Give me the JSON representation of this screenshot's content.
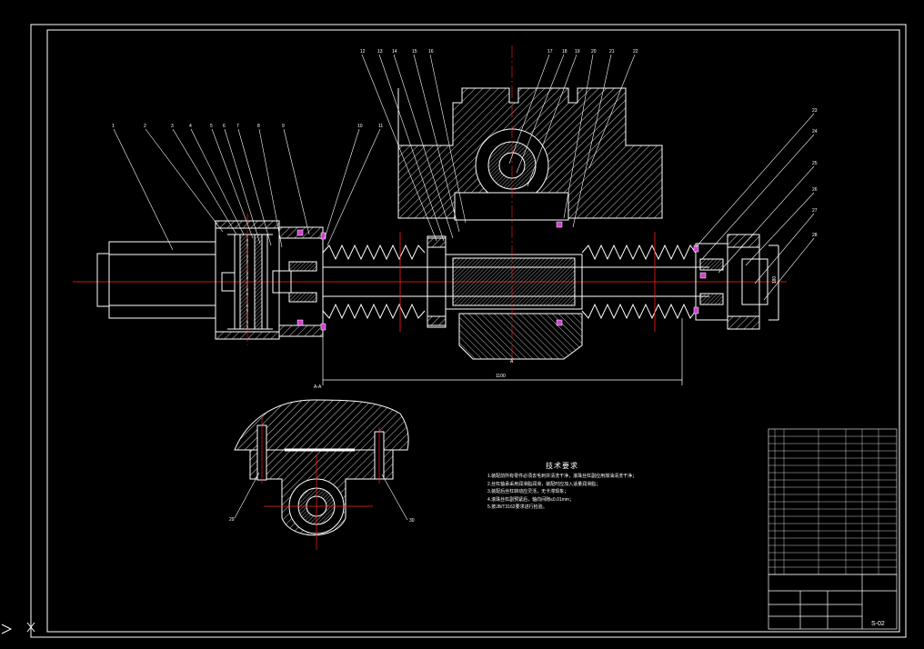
{
  "drawing": {
    "dimension_main": "1100",
    "dimension_right": "180",
    "section_label": "A-A",
    "section_mark_bottom": "A",
    "section_mark_top": "A",
    "drawing_number": "S-02"
  },
  "balloons": {
    "left_group": [
      "1",
      "2",
      "3",
      "4",
      "5",
      "6",
      "7",
      "8",
      "9",
      "10",
      "11"
    ],
    "top_group": [
      "12",
      "13",
      "14",
      "15",
      "16",
      "17",
      "18",
      "19",
      "20",
      "21",
      "22"
    ],
    "right_group": [
      "23",
      "24",
      "25",
      "26",
      "27",
      "28"
    ],
    "section_group": [
      "29",
      "30"
    ]
  },
  "technical_requirements": {
    "title": "技术要求",
    "items": [
      "1.装配前所有零件必须去毛刺并清洗干净，滚珠丝杠副应用煤油清洗干净；",
      "2.丝杠轴承采用润滑脂润滑，装配时应加入适量润滑脂；",
      "3.装配后丝杠转动应灵活，无卡滞现象；",
      "4.滚珠丝杠副预紧后，轴向间隙≤0.01mm；",
      "5.按JB/T3162要求进行检验。"
    ]
  },
  "colors": {
    "background": "#000000",
    "outline": "#ffffff",
    "centerline": "#ff2020",
    "hatch": "#ffffff",
    "fastener": "#d040d0"
  }
}
